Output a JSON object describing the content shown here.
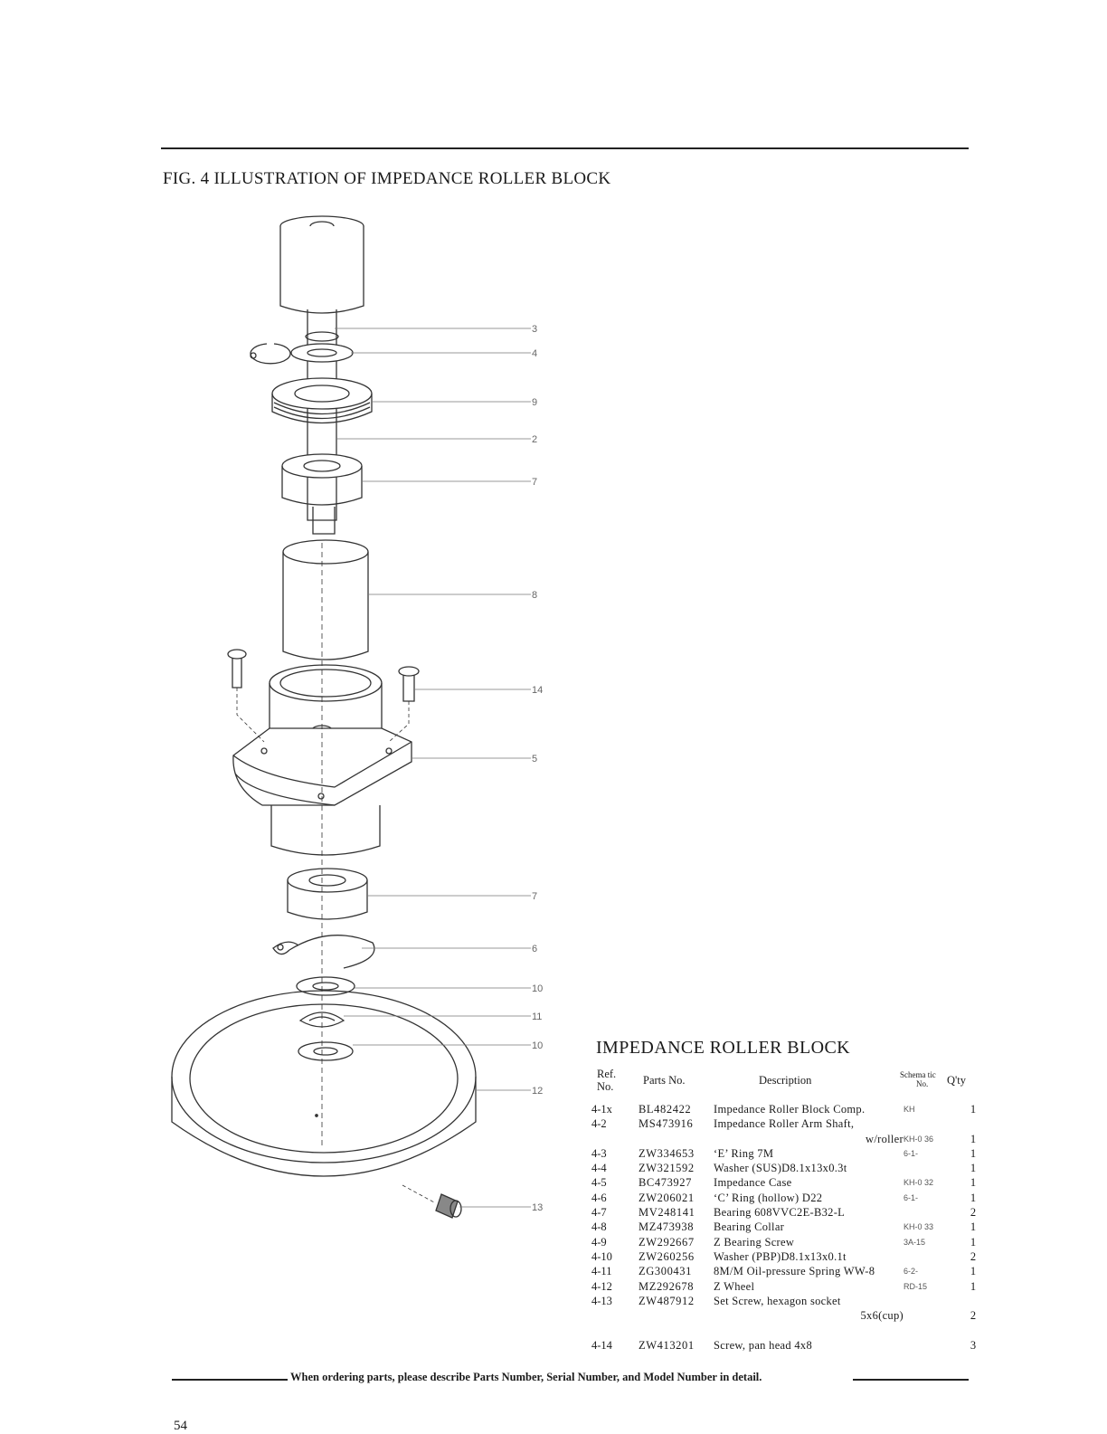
{
  "figure": {
    "title": "FIG. 4  ILLUSTRATION OF IMPEDANCE ROLLER BLOCK"
  },
  "callouts": [
    "3",
    "4",
    "9",
    "2",
    "7",
    "8",
    "14",
    "5",
    "7",
    "6",
    "10",
    "11",
    "10",
    "12",
    "13"
  ],
  "parts_list": {
    "title": "IMPEDANCE ROLLER BLOCK",
    "headers": {
      "ref_line1": "Ref.",
      "ref_line2": "No.",
      "parts_no": "Parts No.",
      "description": "Description",
      "schematic_line1": "Schema tic",
      "schematic_line2": "No.",
      "qty": "Q'ty"
    },
    "rows": [
      {
        "ref": "4-1x",
        "parts_no": "BL482422",
        "description": "Impedance Roller Block Comp.",
        "schematic": "KH",
        "qty": "1"
      },
      {
        "ref": "4-2",
        "parts_no": "MS473916",
        "description": "Impedance Roller Arm Shaft,",
        "schematic": "",
        "qty": ""
      },
      {
        "ref": "",
        "parts_no": "",
        "description": "w/roller",
        "schematic": "KH-0 36",
        "qty": "1"
      },
      {
        "ref": "4-3",
        "parts_no": "ZW334653",
        "description": "‘E’ Ring 7M",
        "schematic": "6-1-",
        "qty": "1"
      },
      {
        "ref": "4-4",
        "parts_no": "ZW321592",
        "description": "Washer (SUS)D8.1x13x0.3t",
        "schematic": "",
        "qty": "1"
      },
      {
        "ref": "4-5",
        "parts_no": "BC473927",
        "description": "Impedance Case",
        "schematic": "KH-0 32",
        "qty": "1"
      },
      {
        "ref": "4-6",
        "parts_no": "ZW206021",
        "description": "‘C’ Ring (hollow) D22",
        "schematic": "6-1-",
        "qty": "1"
      },
      {
        "ref": "4-7",
        "parts_no": "MV248141",
        "description": "Bearing 608VVC2E-B32-L",
        "schematic": "",
        "qty": "2"
      },
      {
        "ref": "4-8",
        "parts_no": "MZ473938",
        "description": "Bearing Collar",
        "schematic": "KH-0 33",
        "qty": "1"
      },
      {
        "ref": "4-9",
        "parts_no": "ZW292667",
        "description": "Z Bearing Screw",
        "schematic": "3A-15",
        "qty": "1"
      },
      {
        "ref": "4-10",
        "parts_no": "ZW260256",
        "description": "Washer (PBP)D8.1x13x0.1t",
        "schematic": "",
        "qty": "2"
      },
      {
        "ref": "4-11",
        "parts_no": "ZG300431",
        "description": "8M/M Oil-pressure Spring WW-8",
        "schematic": "6-2-",
        "qty": "1"
      },
      {
        "ref": "4-12",
        "parts_no": "MZ292678",
        "description": "Z Wheel",
        "schematic": "RD-15",
        "qty": "1"
      },
      {
        "ref": "4-13",
        "parts_no": "ZW487912",
        "description": "Set Screw, hexagon socket",
        "schematic": "",
        "qty": ""
      },
      {
        "ref": "",
        "parts_no": "",
        "description": "5x6(cup)",
        "schematic": "",
        "qty": "2"
      },
      {
        "ref": "",
        "parts_no": "",
        "description": "",
        "schematic": "",
        "qty": ""
      },
      {
        "ref": "4-14",
        "parts_no": "ZW413201",
        "description": "Screw, pan head 4x8",
        "schematic": "",
        "qty": "3"
      }
    ]
  },
  "footer": {
    "text": "When ordering parts, please describe Parts Number, Serial Number, and Model Number in detail.",
    "page_number": "54"
  },
  "colors": {
    "ink": "#1a1a1a",
    "line": "#333333",
    "callout": "#666666"
  }
}
